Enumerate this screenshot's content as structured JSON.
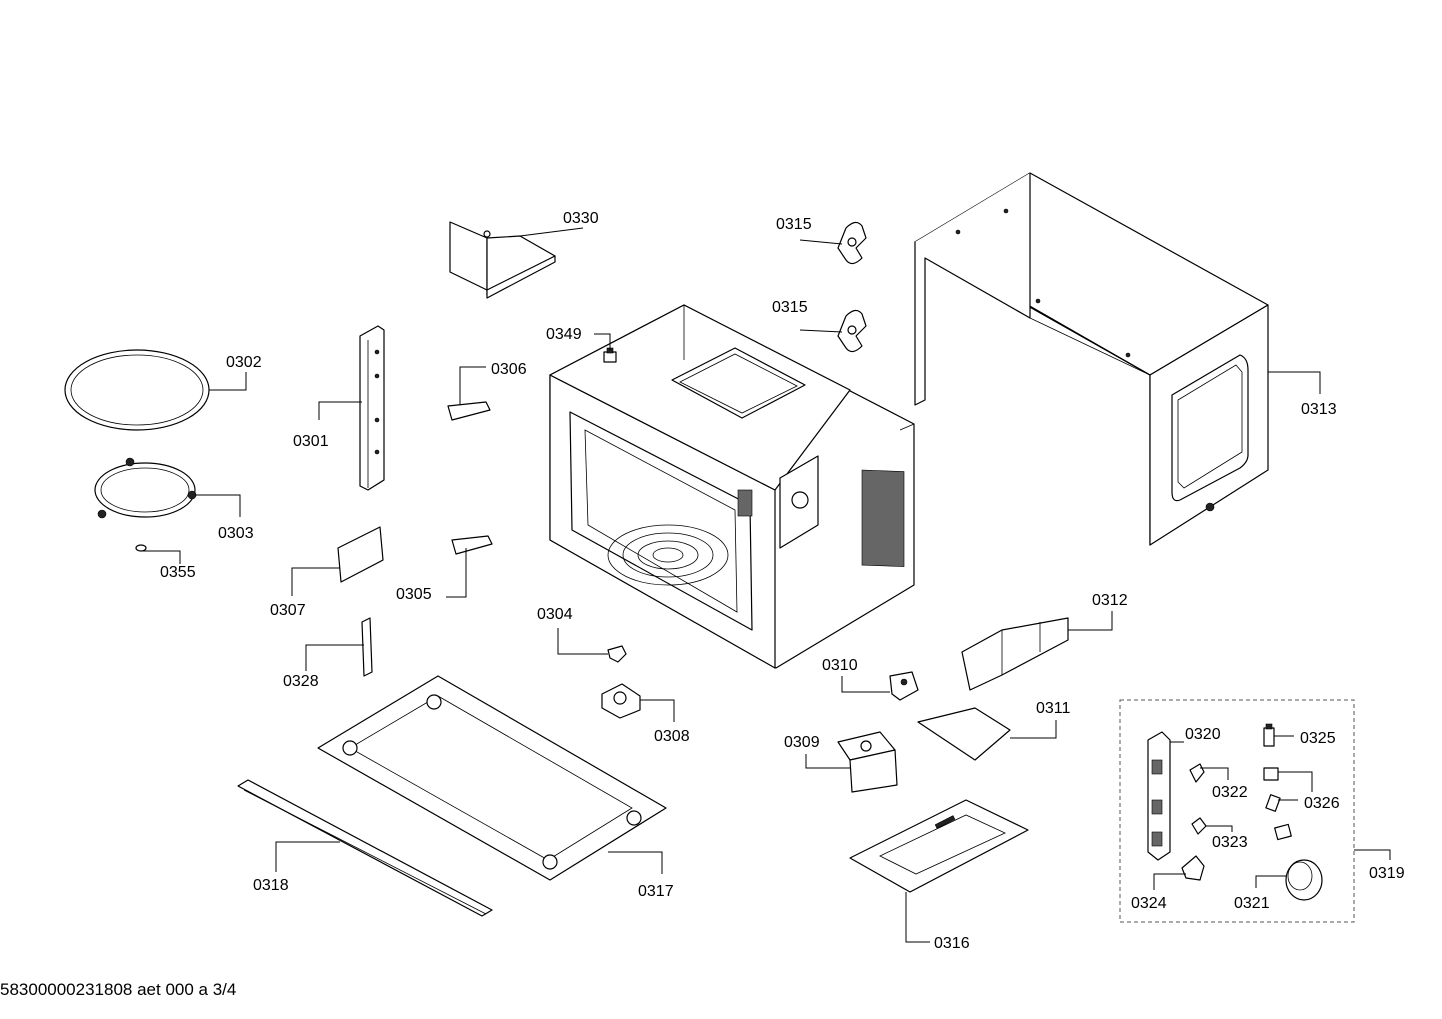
{
  "labels": {
    "p0330": "0330",
    "p0315a": "0315",
    "p0315b": "0315",
    "p0349": "0349",
    "p0306": "0306",
    "p0302": "0302",
    "p0301": "0301",
    "p0303": "0303",
    "p0355": "0355",
    "p0307": "0307",
    "p0305": "0305",
    "p0313": "0313",
    "p0312": "0312",
    "p0304": "0304",
    "p0310": "0310",
    "p0328": "0328",
    "p0308": "0308",
    "p0311": "0311",
    "p0309": "0309",
    "p0320": "0320",
    "p0325": "0325",
    "p0322": "0322",
    "p0326": "0326",
    "p0323": "0323",
    "p0319": "0319",
    "p0324": "0324",
    "p0321": "0321",
    "p0318": "0318",
    "p0317": "0317",
    "p0316": "0316"
  },
  "footer": {
    "doc_id": "58300000231808 aet 000 a 3/4"
  }
}
